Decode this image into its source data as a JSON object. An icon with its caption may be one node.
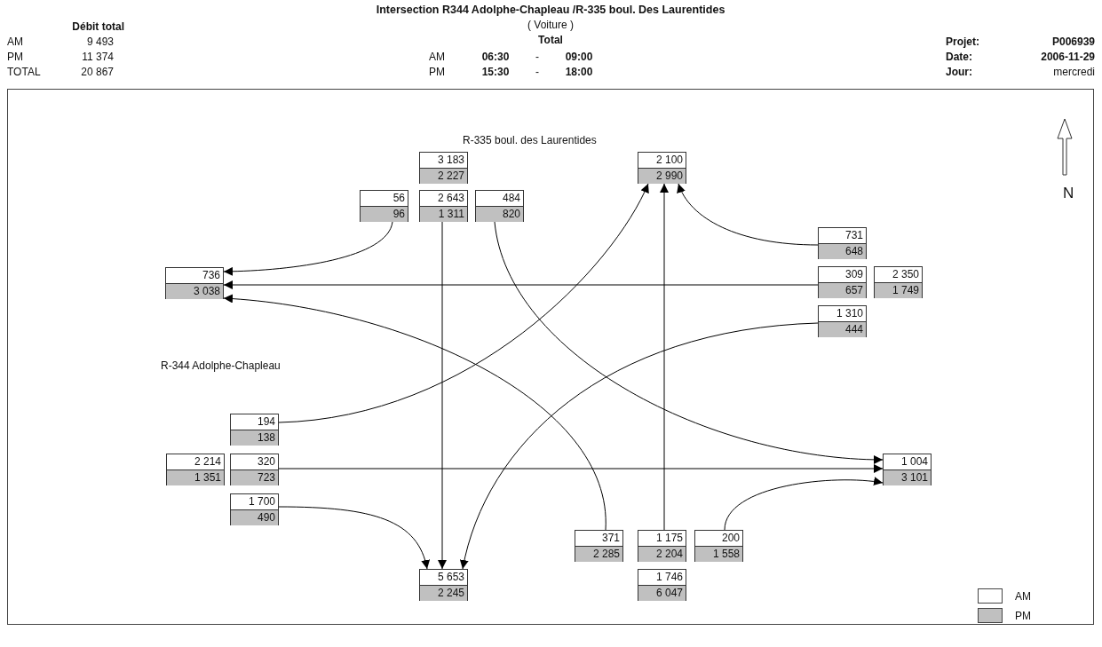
{
  "diagram": {
    "title": "Intersection R344 Adolphe-Chapleau /R-335 boul. Des Laurentides",
    "nodes": [
      {
        "text": [
          "3 183",
          "2 227"
        ]
      },
      {
        "text": [
          "56",
          "96"
        ]
      },
      {
        "text": [
          "2 643",
          "1 311"
        ]
      },
      {
        "text": [
          "484",
          "820"
        ]
      },
      {
        "text": [
          "2 100",
          "2 990"
        ]
      },
      {
        "text": [
          "736",
          "3 038"
        ]
      },
      {
        "text": [
          "731",
          "648"
        ]
      },
      {
        "text": [
          "309",
          "657"
        ]
      },
      {
        "text": [
          "2 350",
          "1 749"
        ]
      },
      {
        "text": [
          "1 310",
          "444"
        ]
      },
      {
        "text": [
          "194",
          "138"
        ]
      },
      {
        "text": [
          "2 214",
          "1 351"
        ]
      },
      {
        "text": [
          "320",
          "723"
        ]
      },
      {
        "text": [
          "1 700",
          "490"
        ]
      },
      {
        "text": [
          "371",
          "2 285"
        ]
      },
      {
        "text": [
          "1 175",
          "2 204"
        ]
      },
      {
        "text": [
          "200",
          "1 558"
        ]
      },
      {
        "text": [
          "1 746",
          "6 047"
        ]
      },
      {
        "text": [
          "1 004",
          "3 101"
        ]
      },
      {
        "text": [
          "5 653",
          "2 245"
        ]
      }
    ],
    "edges": [
      {
        "from": 1,
        "to": 5,
        "arrow": "to"
      },
      {
        "from": 2,
        "to": 19,
        "arrow": "to"
      },
      {
        "from": 3,
        "to": 18,
        "arrow": "to"
      },
      {
        "from": 6,
        "to": 4,
        "arrow": "to"
      },
      {
        "from": 7,
        "to": 5,
        "arrow": "to"
      },
      {
        "from": 9,
        "to": 19,
        "arrow": "to"
      },
      {
        "from": 10,
        "to": 4,
        "arrow": "to"
      },
      {
        "from": 12,
        "to": 18,
        "arrow": "to"
      },
      {
        "from": 13,
        "to": 19,
        "arrow": "to"
      },
      {
        "from": 14,
        "to": 5,
        "arrow": "to"
      },
      {
        "from": 15,
        "to": 4,
        "arrow": "to"
      },
      {
        "from": 16,
        "to": 18,
        "arrow": "to"
      }
    ],
    "labels": [
      "Débit total",
      "AM",
      "9 493",
      "PM",
      "11 374",
      "TOTAL",
      "20 867",
      "( Voiture )",
      "Total",
      "AM",
      "06:30",
      "-",
      "09:00",
      "PM",
      "15:30",
      "-",
      "18:00",
      "Projet:",
      "P006939",
      "Date:",
      "2006-11-29",
      "Jour:",
      "mercredi",
      "R-335 boul. des Laurentides",
      "R-344 Adolphe-Chapleau",
      "N"
    ],
    "legend": [
      {
        "text": "AM",
        "color": "#ffffff"
      },
      {
        "text": "PM",
        "color": "#c0c0c0"
      }
    ]
  }
}
